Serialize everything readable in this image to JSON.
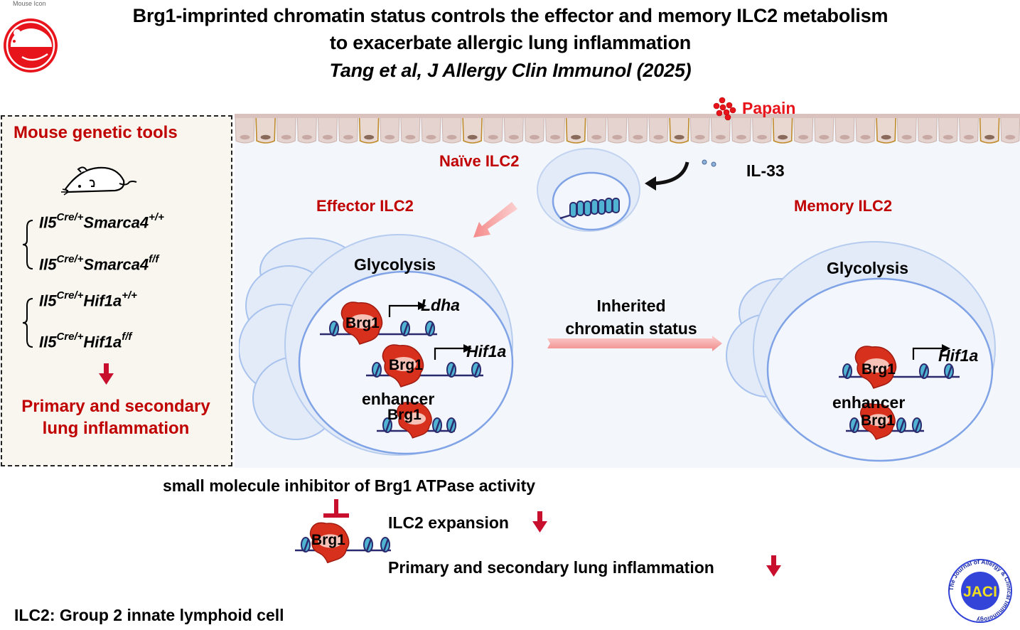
{
  "header": {
    "title_line1": "Brg1-imprinted chromatin status controls the effector and memory ILC2 metabolism",
    "title_line2": "to exacerbate allergic lung inflammation",
    "citation": "Tang et al, J Allergy Clin Immunol (2025)",
    "species_icon_label": "Mouse Icon",
    "species_icon": "mouse-icon"
  },
  "left_panel": {
    "heading": "Mouse genetic tools",
    "group1": [
      {
        "gene": "Il5",
        "gene_sup": "Cre/+",
        "target": "Smarca4",
        "target_sup": "+/+"
      },
      {
        "gene": "Il5",
        "gene_sup": "Cre/+",
        "target": "Smarca4",
        "target_sup": "f/f"
      }
    ],
    "group2": [
      {
        "gene": "Il5",
        "gene_sup": "Cre/+",
        "target": "Hif1a",
        "target_sup": "+/+"
      },
      {
        "gene": "Il5",
        "gene_sup": "Cre/+",
        "target": "Hif1a",
        "target_sup": "f/f"
      }
    ],
    "outcome_line1": "Primary and secondary",
    "outcome_line2": "lung inflammation"
  },
  "scene": {
    "papain": "Papain",
    "il33": "IL-33",
    "naive_label": "Naïve ILC2",
    "effector_label": "Effector ILC2",
    "memory_label": "Memory ILC2",
    "effector_process": "Glycolysis",
    "memory_process": "Glycolysis",
    "transition_line1": "Inherited",
    "transition_line2": "chromatin status",
    "protein": "Brg1",
    "gene_ldha": "Ldha",
    "gene_hif1a": "Hif1a",
    "enhancer": "enhancer"
  },
  "bottom": {
    "inhibitor": "small molecule inhibitor of Brg1 ATPase activity",
    "protein": "Brg1",
    "effect1": "ILC2 expansion",
    "effect2": "Primary and secondary lung inflammation",
    "footnote": "ILC2: Group 2 innate lymphoid cell",
    "journal_logo_text": "JACI",
    "journal_ring_text": "The Journal of Allergy & Clinical Immunology"
  },
  "colors": {
    "accent_red": "#c00000",
    "papain_red": "#e8141c",
    "protein_red": "#d7301c",
    "nucleosome": "#4fb3d1",
    "dna": "#2b2a6e",
    "cell_fill": "#e3ebf8",
    "cell_stroke": "#9bb8ea",
    "journal_blue": "#3344d8",
    "journal_yellow": "#f0e020"
  }
}
